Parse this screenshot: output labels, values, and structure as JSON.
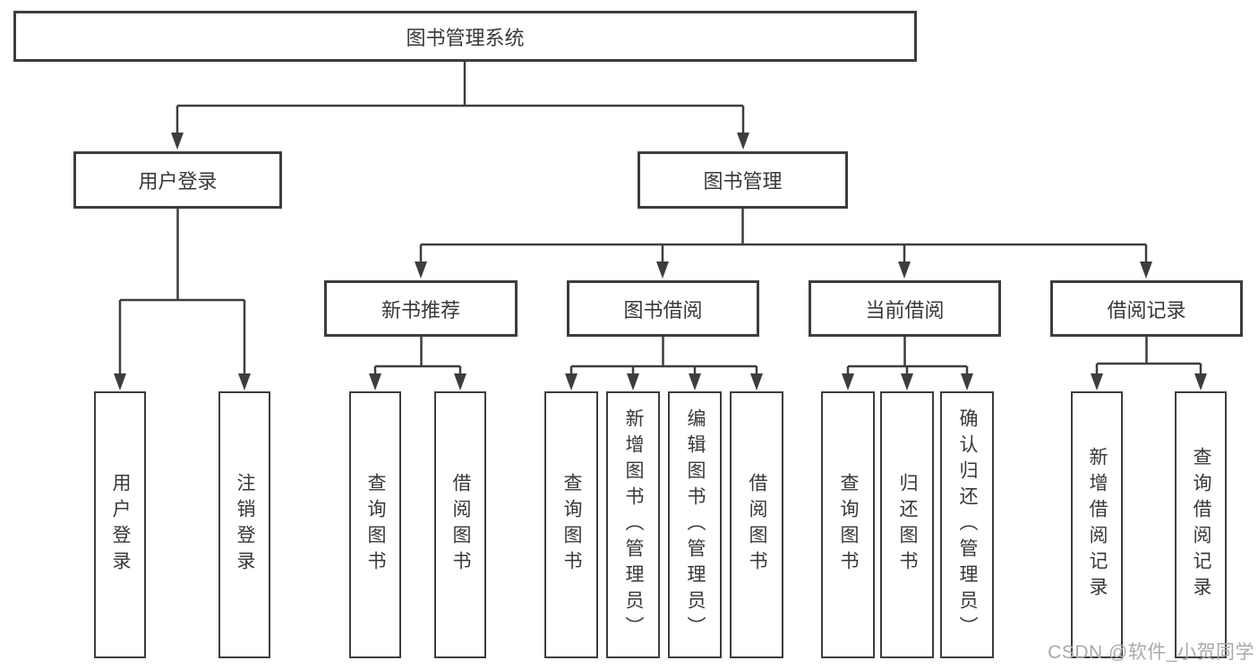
{
  "diagram": {
    "root": "图书管理系统",
    "level1": {
      "user_login": "用户登录",
      "book_management": "图书管理"
    },
    "level2": {
      "new_book_recommend": "新书推荐",
      "book_borrowing": "图书借阅",
      "current_borrowing": "当前借阅",
      "borrowing_records": "借阅记录"
    },
    "leaves": {
      "user_login": "用户登录",
      "logout": "注销登录",
      "query_books_recommend": "查询图书",
      "borrow_books_recommend": "借阅图书",
      "query_books_borrowing": "查询图书",
      "add_books_admin": "新增图书（管理员）",
      "edit_books_admin": "编辑图书（管理员）",
      "borrow_books_borrowing": "借阅图书",
      "query_books_current": "查询图书",
      "return_books": "归还图书",
      "confirm_return_admin": "确认归还（管理员）",
      "add_borrow_record": "新增借阅记录",
      "query_borrow_record": "查询借阅记录"
    }
  },
  "watermark": "CSDN @软件_小贺同学",
  "colors": {
    "line": "#3d3d3d",
    "text": "#383838",
    "watermark": "#a9a9a9",
    "background": "#ffffff"
  }
}
